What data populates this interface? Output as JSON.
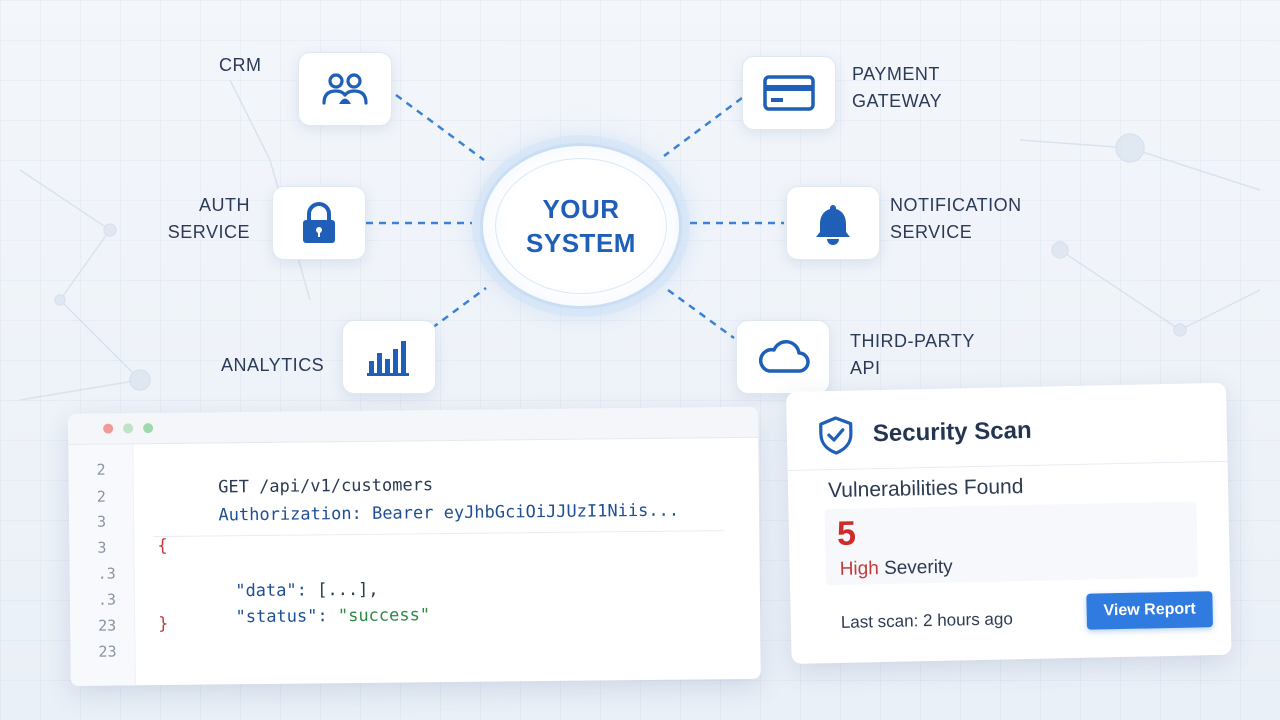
{
  "hub": {
    "title_line1": "YOUR",
    "title_line2": "SYSTEM"
  },
  "services": {
    "crm": {
      "label": "CRM",
      "icon": "users-icon"
    },
    "payment": {
      "label_line1": "PAYMENT",
      "label_line2": "GATEWAY",
      "icon": "credit-card-icon"
    },
    "auth": {
      "label_line1": "AUTH",
      "label_line2": "SERVICE",
      "icon": "lock-icon"
    },
    "notification": {
      "label_line1": "NOTIFICATION",
      "label_line2": "SERVICE",
      "icon": "bell-icon"
    },
    "analytics": {
      "label": "ANALYTICS",
      "icon": "bar-chart-icon"
    },
    "third_party": {
      "label_line1": "THIRD-PARTY",
      "label_line2": "API",
      "icon": "cloud-icon"
    }
  },
  "code": {
    "line_numbers": [
      "2",
      "2",
      "3",
      "3",
      ".3",
      ".3",
      "23",
      "23"
    ],
    "request_line": "GET /api/v1/customers",
    "auth_key": "Authorization:",
    "auth_value": "Bearer eyJhbGciOiJJUzI1Niis...",
    "brace_open": "{",
    "data_key": "\"data\":",
    "data_value": "[...],",
    "status_key": "\"status\":",
    "status_value": "\"success\"",
    "brace_close": "}"
  },
  "security": {
    "title": "Security Scan",
    "icon": "shield-check-icon",
    "subtitle": "Vulnerabilities Found",
    "count": "5",
    "severity_word": "High",
    "severity_rest": " Severity",
    "last_scan": "Last scan: 2 hours ago",
    "button_label": "View Report"
  },
  "colors": {
    "accent": "#2f7be0",
    "hub_text": "#1f5fb8",
    "severity_red": "#d02b2b",
    "connector": "#3b82d6"
  }
}
